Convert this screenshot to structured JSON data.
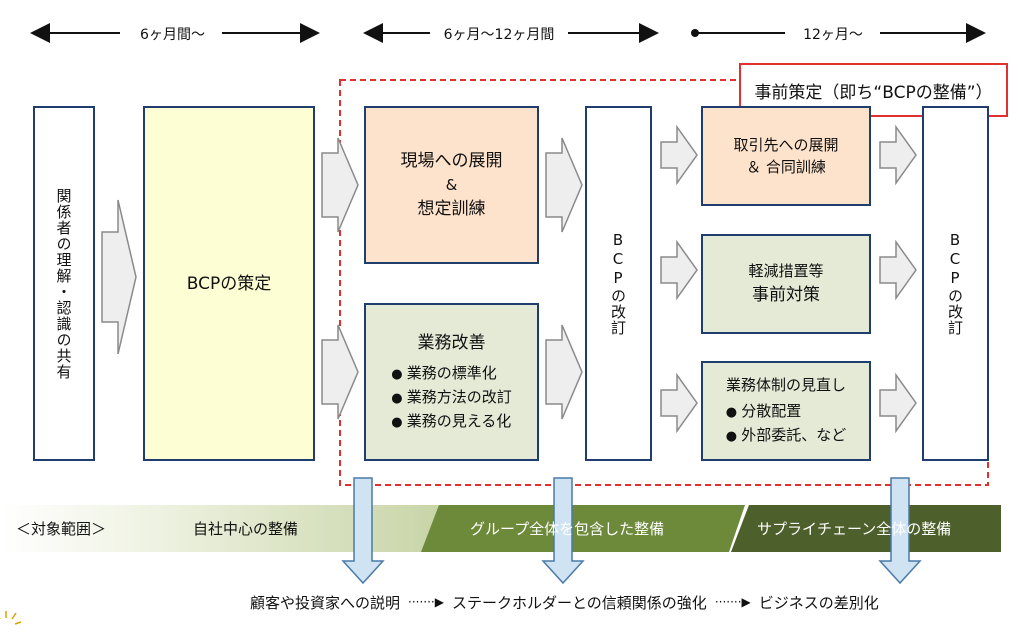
{
  "timeline": {
    "phase1": "6ヶ月間～",
    "phase2": "6ヶ月～12ヶ月間",
    "phase3": "12ヶ月～"
  },
  "boxes": {
    "share": "関係者の理解・認識の共有",
    "bcp_formulation": "BCPの策定",
    "field_deploy": {
      "line1": "現場への展開",
      "line2": "&",
      "line3": "想定訓練"
    },
    "business_improvement": {
      "title": "業務改善",
      "items": [
        "業務の標準化",
        "業務方法の改訂",
        "業務の見える化"
      ]
    },
    "bcp_revision_1": "BCPの改訂",
    "partner_deploy": {
      "line1": "取引先への展開",
      "line2": "＆ 合同訓練"
    },
    "mitigation": {
      "line1": "軽減措置等",
      "line2": "事前対策"
    },
    "structure_review": {
      "title": "業務体制の見直し",
      "items": [
        "分散配置",
        "外部委託、など"
      ]
    },
    "bcp_revision_2": "BCPの改訂"
  },
  "callout": "事前策定（即ち“BCPの整備”）",
  "scope": {
    "label": "＜対象範囲＞",
    "band1": "自社中心の整備",
    "band2": "グループ全体を包含した整備",
    "band3": "サプライチェーン全体の整備"
  },
  "outcomes": {
    "o1": "顧客や投資家への説明",
    "sep1": "·······▶",
    "o2": "ステークホルダーとの信頼関係の強化",
    "sep2": "·······▶",
    "o3": "ビジネスの差別化"
  },
  "colors": {
    "box_border": "#1f3e6e",
    "dashed_red": "#e03030",
    "band_light": "#c7d4a6",
    "band_mid": "#6d8a3a",
    "band_dark": "#4d5f2a",
    "down_arrow": "#cfe3f3"
  }
}
